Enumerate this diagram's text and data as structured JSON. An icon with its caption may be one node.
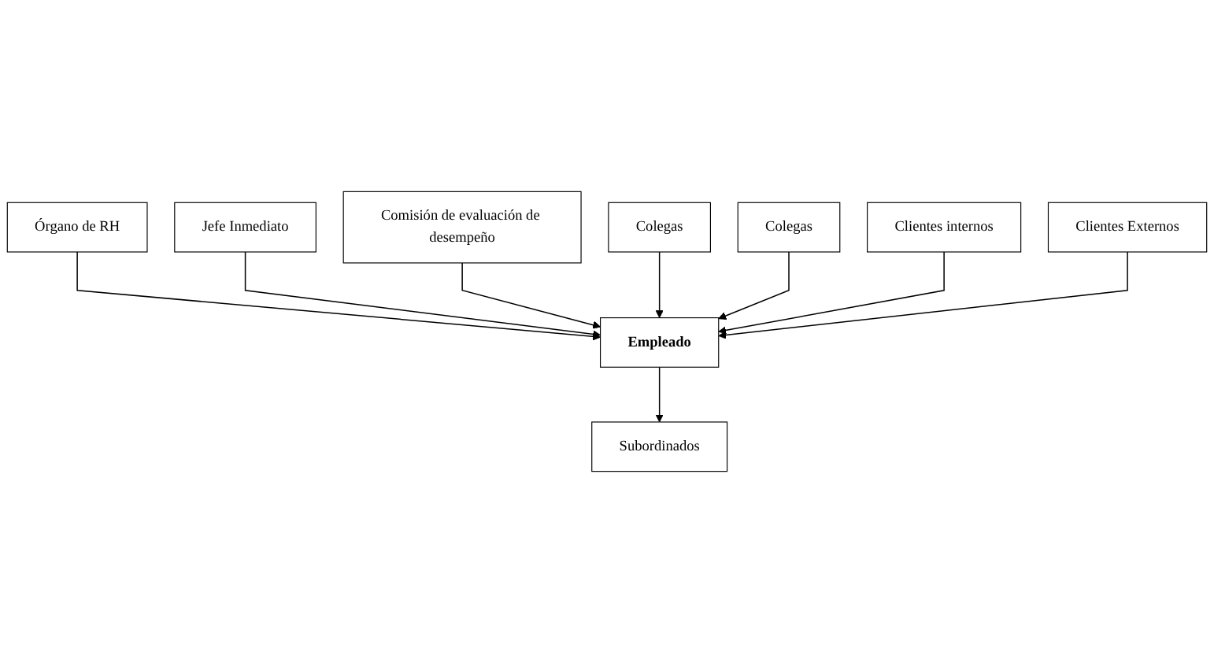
{
  "diagram": {
    "nodes": [
      {
        "text": [
          "Órgano de RH"
        ]
      },
      {
        "text": [
          "Jefe Inmediato"
        ]
      },
      {
        "text": [
          "Comisión de evaluación de desempeño"
        ]
      },
      {
        "text": [
          "Colegas"
        ]
      },
      {
        "text": [
          "Empleado"
        ]
      },
      {
        "text": [
          "Colegas"
        ]
      },
      {
        "text": [
          "Clientes internos"
        ]
      },
      {
        "text": [
          "Subordinados"
        ]
      },
      {
        "text": [
          "Clientes Externos"
        ]
      }
    ],
    "edges": [
      {
        "from": 0,
        "to": 4,
        "arrow": "to"
      },
      {
        "from": 1,
        "to": 4,
        "arrow": "to"
      },
      {
        "from": 2,
        "to": 4,
        "arrow": "to"
      },
      {
        "from": 3,
        "to": 4,
        "arrow": "to"
      },
      {
        "from": 5,
        "to": 4,
        "arrow": "to"
      },
      {
        "from": 6,
        "to": 4,
        "arrow": "to"
      },
      {
        "from": 4,
        "to": 7,
        "arrow": "to"
      },
      {
        "from": 8,
        "to": 4,
        "arrow": "to"
      }
    ]
  }
}
